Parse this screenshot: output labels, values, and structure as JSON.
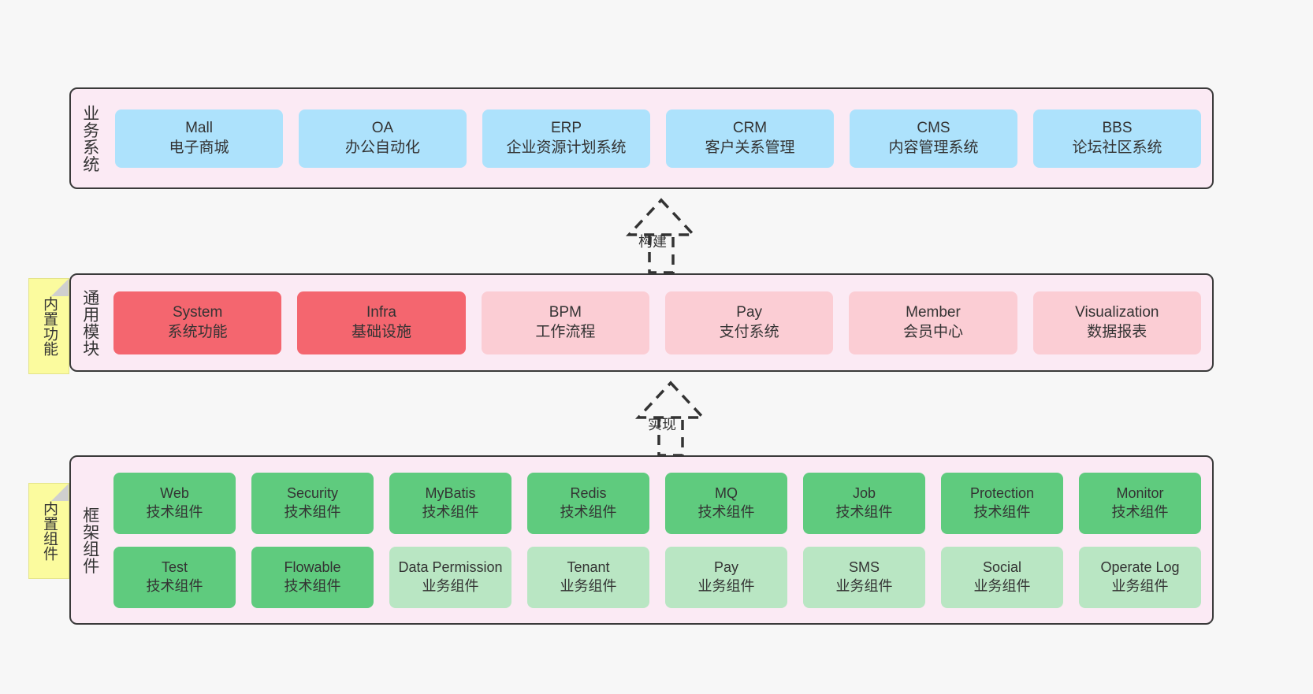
{
  "background": "#f7f7f7",
  "colors": {
    "container_fill": "#fbeaf4",
    "container_border": "#3a3a3a",
    "business_box": "#ade2fc",
    "module_strong": "#f4666f",
    "module_soft": "#fbcdd4",
    "component_tech": "#5fcb7e",
    "component_biz": "#b9e6c3",
    "note_fill": "#fbfb9e",
    "note_fold": "#cfcfcf",
    "text": "#333333"
  },
  "layers": {
    "business": {
      "title": "业务系统",
      "items": [
        {
          "name": "Mall",
          "desc": "电子商城"
        },
        {
          "name": "OA",
          "desc": "办公自动化"
        },
        {
          "name": "ERP",
          "desc": "企业资源计划系统"
        },
        {
          "name": "CRM",
          "desc": "客户关系管理"
        },
        {
          "name": "CMS",
          "desc": "内容管理系统"
        },
        {
          "name": "BBS",
          "desc": "论坛社区系统"
        }
      ]
    },
    "modules": {
      "title": "通用模块",
      "note": "内置功能",
      "items": [
        {
          "name": "System",
          "desc": "系统功能",
          "emphasis": "strong"
        },
        {
          "name": "Infra",
          "desc": "基础设施",
          "emphasis": "strong"
        },
        {
          "name": "BPM",
          "desc": "工作流程",
          "emphasis": "soft"
        },
        {
          "name": "Pay",
          "desc": "支付系统",
          "emphasis": "soft"
        },
        {
          "name": "Member",
          "desc": "会员中心",
          "emphasis": "soft"
        },
        {
          "name": "Visualization",
          "desc": "数据报表",
          "emphasis": "soft"
        }
      ]
    },
    "framework": {
      "title": "框架组件",
      "note": "内置组件",
      "row1": [
        {
          "name": "Web",
          "desc": "技术组件",
          "kind": "tech"
        },
        {
          "name": "Security",
          "desc": "技术组件",
          "kind": "tech"
        },
        {
          "name": "MyBatis",
          "desc": "技术组件",
          "kind": "tech"
        },
        {
          "name": "Redis",
          "desc": "技术组件",
          "kind": "tech"
        },
        {
          "name": "MQ",
          "desc": "技术组件",
          "kind": "tech"
        },
        {
          "name": "Job",
          "desc": "技术组件",
          "kind": "tech"
        },
        {
          "name": "Protection",
          "desc": "技术组件",
          "kind": "tech"
        },
        {
          "name": "Monitor",
          "desc": "技术组件",
          "kind": "tech"
        }
      ],
      "row2": [
        {
          "name": "Test",
          "desc": "技术组件",
          "kind": "tech"
        },
        {
          "name": "Flowable",
          "desc": "技术组件",
          "kind": "tech"
        },
        {
          "name": "Data Permission",
          "desc": "业务组件",
          "kind": "biz"
        },
        {
          "name": "Tenant",
          "desc": "业务组件",
          "kind": "biz"
        },
        {
          "name": "Pay",
          "desc": "业务组件",
          "kind": "biz"
        },
        {
          "name": "SMS",
          "desc": "业务组件",
          "kind": "biz"
        },
        {
          "name": "Social",
          "desc": "业务组件",
          "kind": "biz"
        },
        {
          "name": "Operate Log",
          "desc": "业务组件",
          "kind": "biz"
        }
      ]
    }
  },
  "connectors": [
    {
      "id": "build",
      "label": "构建",
      "style": "dashed-generalization"
    },
    {
      "id": "impl",
      "label": "实现",
      "style": "dashed-generalization"
    }
  ]
}
